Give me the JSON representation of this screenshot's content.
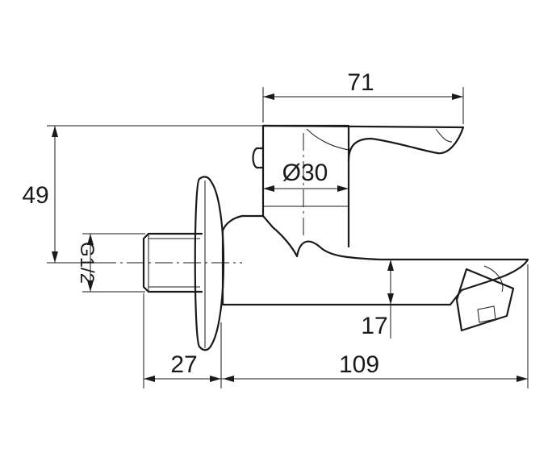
{
  "dimensions": {
    "width_top": "71",
    "height_left": "49",
    "thread": "G1/2",
    "diameter": "Ø30",
    "spout_height": "17",
    "thread_length": "27",
    "spout_length": "109"
  }
}
